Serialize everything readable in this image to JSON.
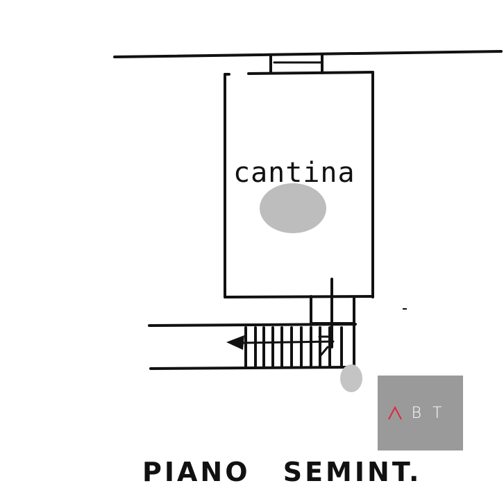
{
  "plan": {
    "room_label": "cantina",
    "floor_title": "PIANO  SEMINT.",
    "elements": {
      "room": "cantina",
      "stair_direction": "left",
      "stair_steps": 11
    }
  },
  "logo": {
    "mark": "A",
    "text": "BT",
    "background": "#9a9a9a",
    "mark_color": "#e0283c",
    "text_color": "#ffffff"
  }
}
